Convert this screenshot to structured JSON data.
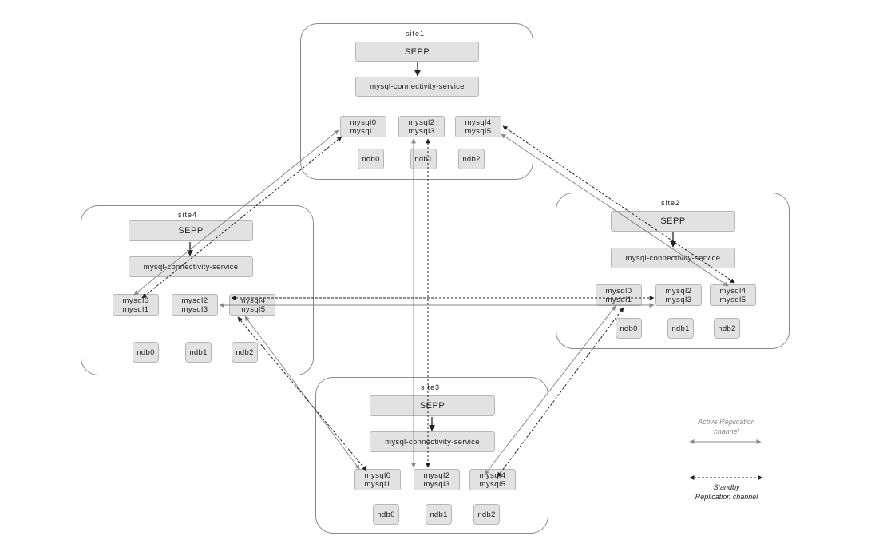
{
  "sites": {
    "site1": {
      "label": "site1",
      "sepp": "SEPP",
      "conn": "mysql-connectivity-service",
      "db0": [
        "mysql0",
        "mysql1"
      ],
      "db1": [
        "mysql2",
        "mysql3"
      ],
      "db2": [
        "mysql4",
        "mysql5"
      ],
      "ndb0": "ndb0",
      "ndb1": "ndb1",
      "ndb2": "ndb2"
    },
    "site2": {
      "label": "site2",
      "sepp": "SEPP",
      "conn": "mysql-connectivity-service",
      "db0": [
        "mysql0",
        "mysql1"
      ],
      "db1": [
        "mysql2",
        "mysql3"
      ],
      "db2": [
        "mysql4",
        "mysql5"
      ],
      "ndb0": "ndb0",
      "ndb1": "ndb1",
      "ndb2": "ndb2"
    },
    "site3": {
      "label": "site3",
      "sepp": "SEPP",
      "conn": "mysql-connectivity-service",
      "db0": [
        "mysql0",
        "mysql1"
      ],
      "db1": [
        "mysql2",
        "mysql3"
      ],
      "db2": [
        "mysql4",
        "mysql5"
      ],
      "ndb0": "ndb0",
      "ndb1": "ndb1",
      "ndb2": "ndb2"
    },
    "site4": {
      "label": "site4",
      "sepp": "SEPP",
      "conn": "mysql-connectivity-service",
      "db0": [
        "mysql0",
        "mysql1"
      ],
      "db1": [
        "mysql2",
        "mysql3"
      ],
      "db2": [
        "mysql4",
        "mysql5"
      ],
      "ndb0": "ndb0",
      "ndb1": "ndb1",
      "ndb2": "ndb2"
    }
  },
  "legend": {
    "active_line1": "Active Replication",
    "active_line2": "channel",
    "standby_line1": "Standby",
    "standby_line2": "Replication channel"
  },
  "colors": {
    "active": "#8a8a8a",
    "standby": "#222222",
    "box_fill": "#e2e2e2",
    "site_border": "#8a8a8a"
  }
}
